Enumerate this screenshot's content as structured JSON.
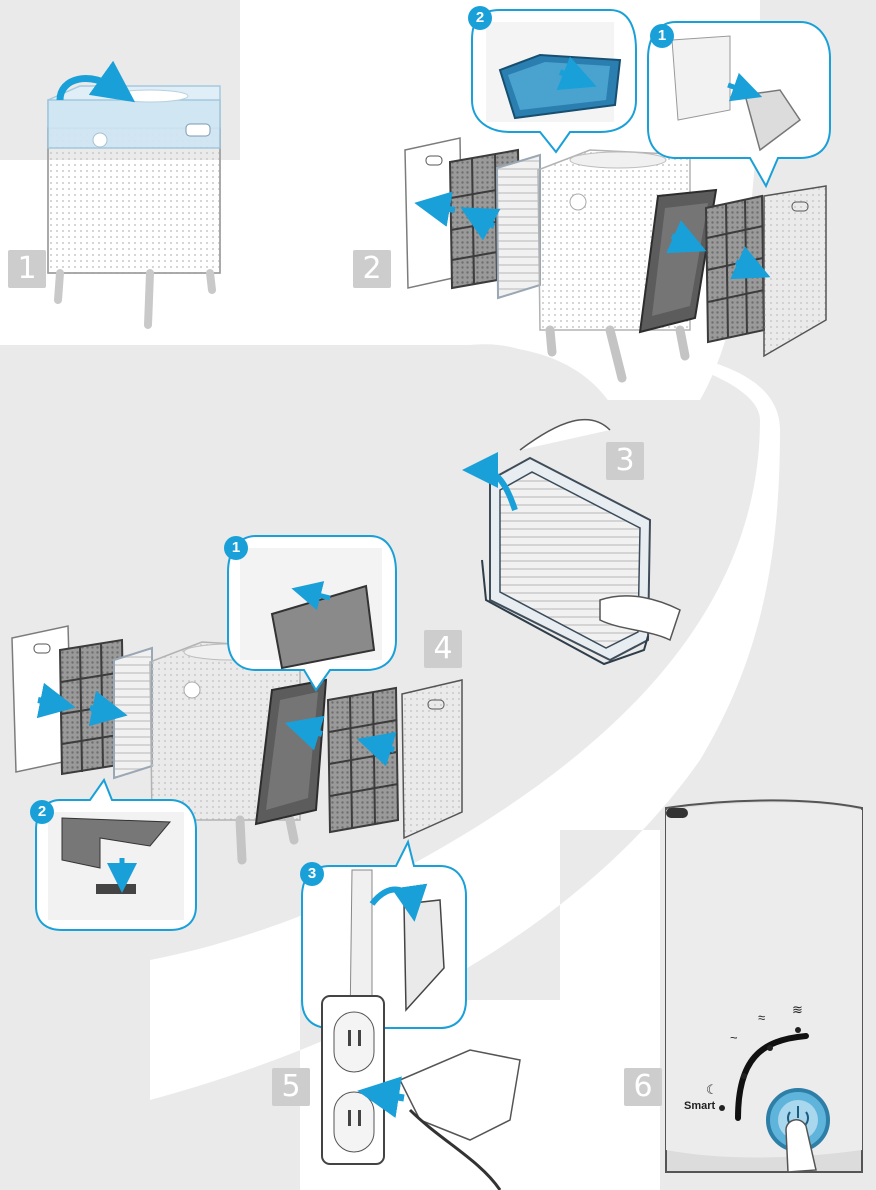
{
  "steps": [
    {
      "number": "1"
    },
    {
      "number": "2"
    },
    {
      "number": "3"
    },
    {
      "number": "4"
    },
    {
      "number": "5"
    },
    {
      "number": "6"
    }
  ],
  "substeps": {
    "step2_a": "2",
    "step2_b": "1",
    "step4_a": "1",
    "step4_b": "2",
    "step4_c": "3"
  },
  "control_panel": {
    "smart_label": "Smart",
    "mode_icons": [
      "moon-icon",
      "wave-low-icon",
      "wave-mid-icon",
      "wave-high-icon"
    ],
    "power_icon": "power-icon"
  },
  "colors": {
    "accent_blue": "#1aa0d8",
    "badge_gray": "#cdcdcd",
    "background": "#eaeaea"
  }
}
